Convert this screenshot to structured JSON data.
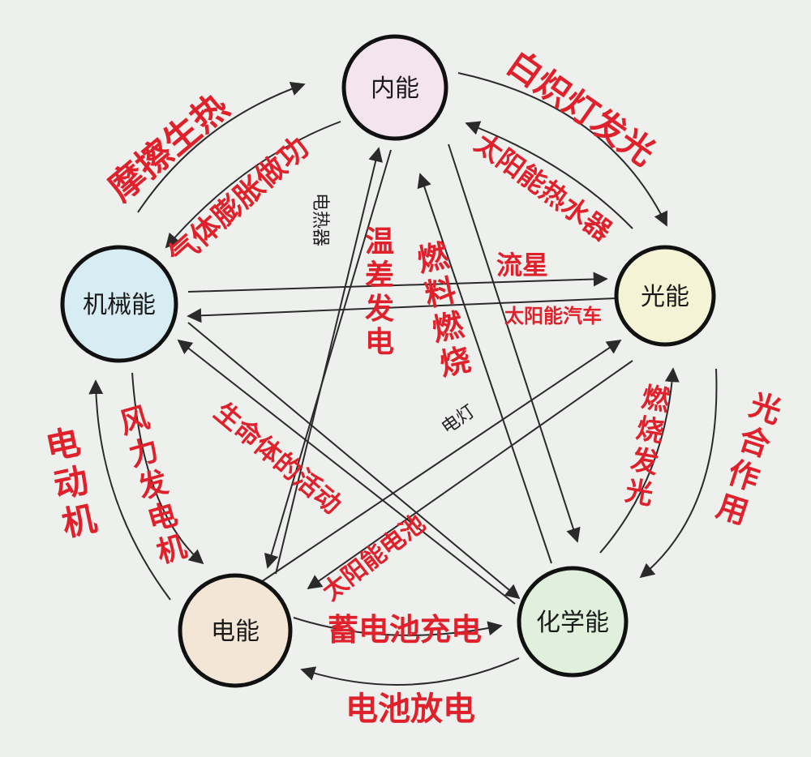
{
  "nodes": {
    "internal": "内能",
    "light": "光能",
    "mechanical": "机械能",
    "electric": "电能",
    "chemical": "化学能"
  },
  "labels": {
    "friction": "摩擦生热",
    "gas_expansion": "气体膨胀做功",
    "incandescent": "白炽灯发光",
    "solar_heater": "太阳能热水器",
    "electric_heater": "电热器",
    "thermo_electric": "温差发电",
    "fuel_burning": "燃料燃烧",
    "meteor": "流星",
    "solar_car": "太阳能汽车",
    "electric_lamp": "电灯",
    "burning_light": "燃烧发光",
    "photosynthesis": "光合作用",
    "motor": "电动机",
    "generator": "风力发电机",
    "life_activity": "生命体的活动",
    "solar_cell": "太阳能电池",
    "battery_charge": "蓄电池充电",
    "battery_discharge": "电池放电"
  },
  "colors": {
    "internal": "#f3e4ee",
    "light": "#f5f3d6",
    "mechanical": "#d8ecf3",
    "electric": "#f3e6d6",
    "chemical": "#e0f0dc",
    "handwriting": "#e0202a"
  }
}
